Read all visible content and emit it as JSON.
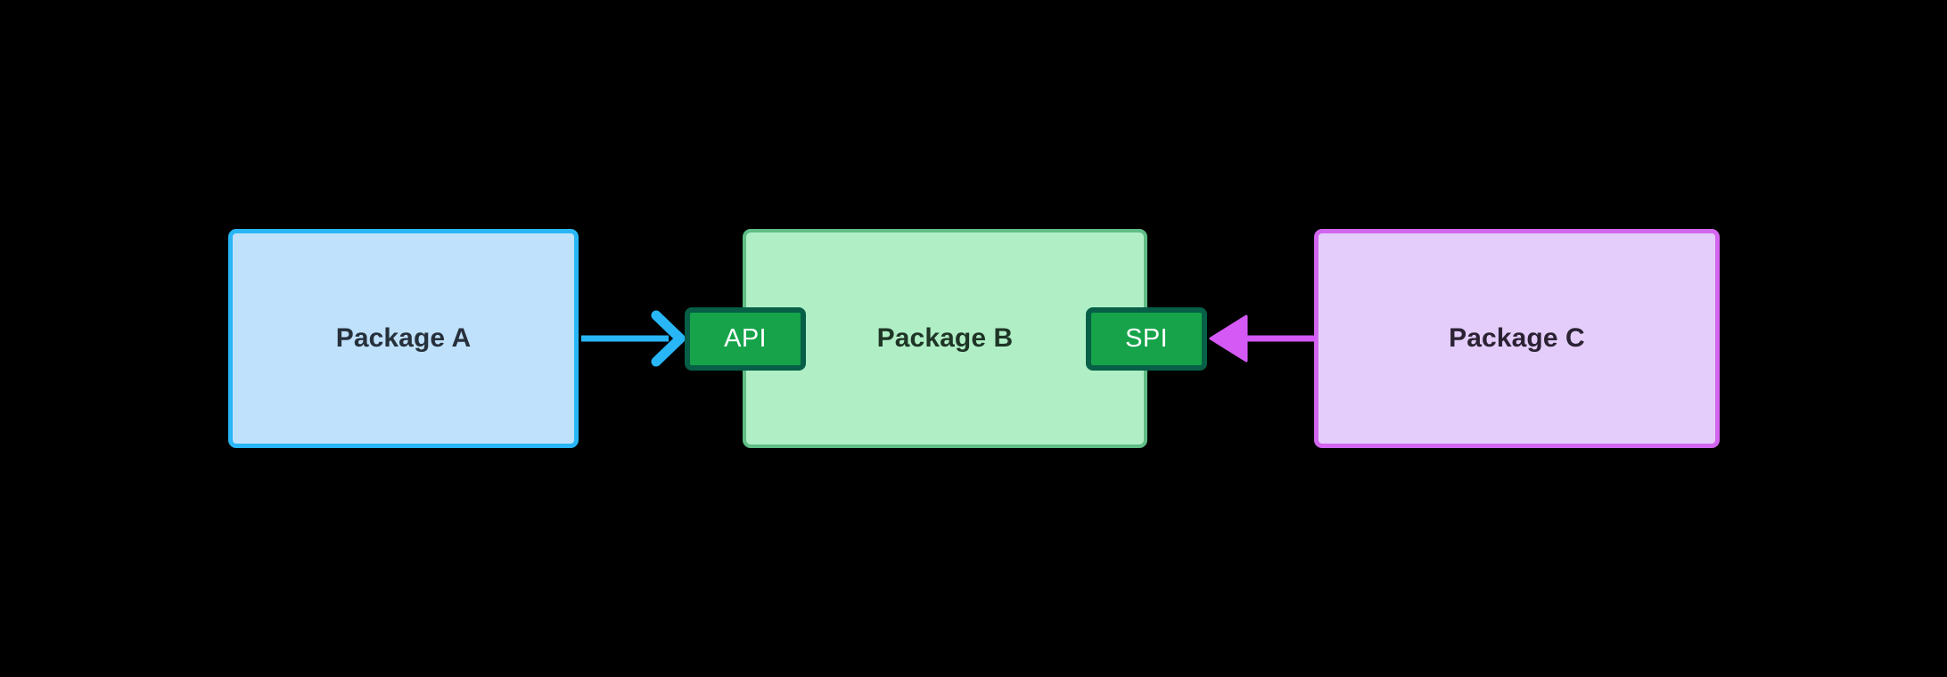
{
  "diagram": {
    "background_color": "#000000",
    "packages": [
      {
        "id": "package-a",
        "label": "Package A",
        "fill_color": "#BFE1FB",
        "border_color": "#29B6F6",
        "text_color": "#26303B"
      },
      {
        "id": "package-b",
        "label": "Package B",
        "fill_color": "#B0EFC6",
        "border_color": "#5FBD85",
        "text_color": "#1F3526"
      },
      {
        "id": "package-c",
        "label": "Package C",
        "fill_color": "#E4CDFA",
        "border_color": "#D266F0",
        "text_color": "#2B2233"
      }
    ],
    "interfaces": [
      {
        "id": "interface-api",
        "label": "API",
        "fill_color": "#16A34A",
        "border_color": "#065F46",
        "text_color": "#FFFFFF",
        "attached_to": "package-b",
        "edge": "left"
      },
      {
        "id": "interface-spi",
        "label": "SPI",
        "fill_color": "#16A34A",
        "border_color": "#065F46",
        "text_color": "#FFFFFF",
        "attached_to": "package-b",
        "edge": "right"
      }
    ],
    "connectors": [
      {
        "id": "connector-a-to-api",
        "from": "package-a",
        "to": "interface-api",
        "color": "#29B6F6",
        "direction": "right",
        "arrowhead": "open-chevron",
        "label": ""
      },
      {
        "id": "connector-c-to-spi",
        "from": "package-c",
        "to": "interface-spi",
        "color": "#D459F5",
        "direction": "left",
        "arrowhead": "filled-triangle",
        "label": ""
      }
    ]
  }
}
